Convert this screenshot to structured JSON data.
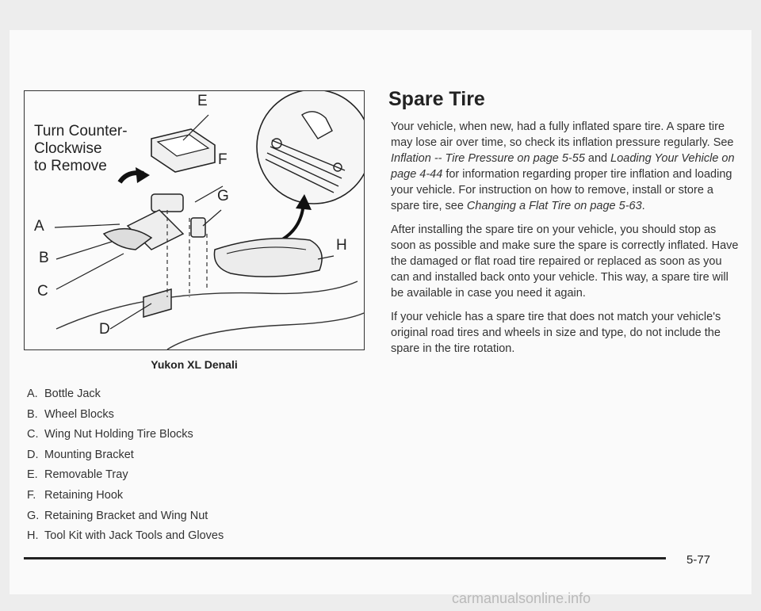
{
  "figure": {
    "turn_text_lines": [
      "Turn Counter-",
      "Clockwise",
      "to Remove"
    ],
    "labels": [
      "A",
      "B",
      "C",
      "D",
      "E",
      "F",
      "G",
      "H"
    ],
    "caption": "Yukon XL Denali"
  },
  "legend": [
    {
      "letter": "A.",
      "text": "Bottle Jack"
    },
    {
      "letter": "B.",
      "text": "Wheel Blocks"
    },
    {
      "letter": "C.",
      "text": "Wing Nut Holding Tire Blocks"
    },
    {
      "letter": "D.",
      "text": "Mounting Bracket"
    },
    {
      "letter": "E.",
      "text": "Removable Tray"
    },
    {
      "letter": "F.",
      "text": "Retaining Hook"
    },
    {
      "letter": "G.",
      "text": "Retaining Bracket and Wing Nut"
    },
    {
      "letter": "H.",
      "text": "Tool Kit with Jack Tools and Gloves"
    }
  ],
  "section": {
    "title": "Spare Tire",
    "p1": {
      "a": "Your vehicle, when new, had a fully inflated spare tire. A spare tire may lose air over time, so check its inflation pressure regularly. See ",
      "ref1": "Inflation -- Tire Pressure on page 5-55",
      "b": " and ",
      "ref2": "Loading Your Vehicle on page 4-44",
      "c": " for information regarding proper tire inflation and loading your vehicle. For instruction on how to remove, install or store a spare tire, see ",
      "ref3": "Changing a Flat Tire on page 5-63",
      "d": "."
    },
    "p2": "After installing the spare tire on your vehicle, you should stop as soon as possible and make sure the spare is correctly inflated. Have the damaged or flat road tire repaired or replaced as soon as you can and installed back onto your vehicle. This way, a spare tire will be available in case you need it again.",
    "p3": "If your vehicle has a spare tire that does not match your vehicle's original road tires and wheels in size and type, do not include the spare in the tire rotation."
  },
  "page_number": "5-77",
  "watermark": "carmanualsonline.info"
}
